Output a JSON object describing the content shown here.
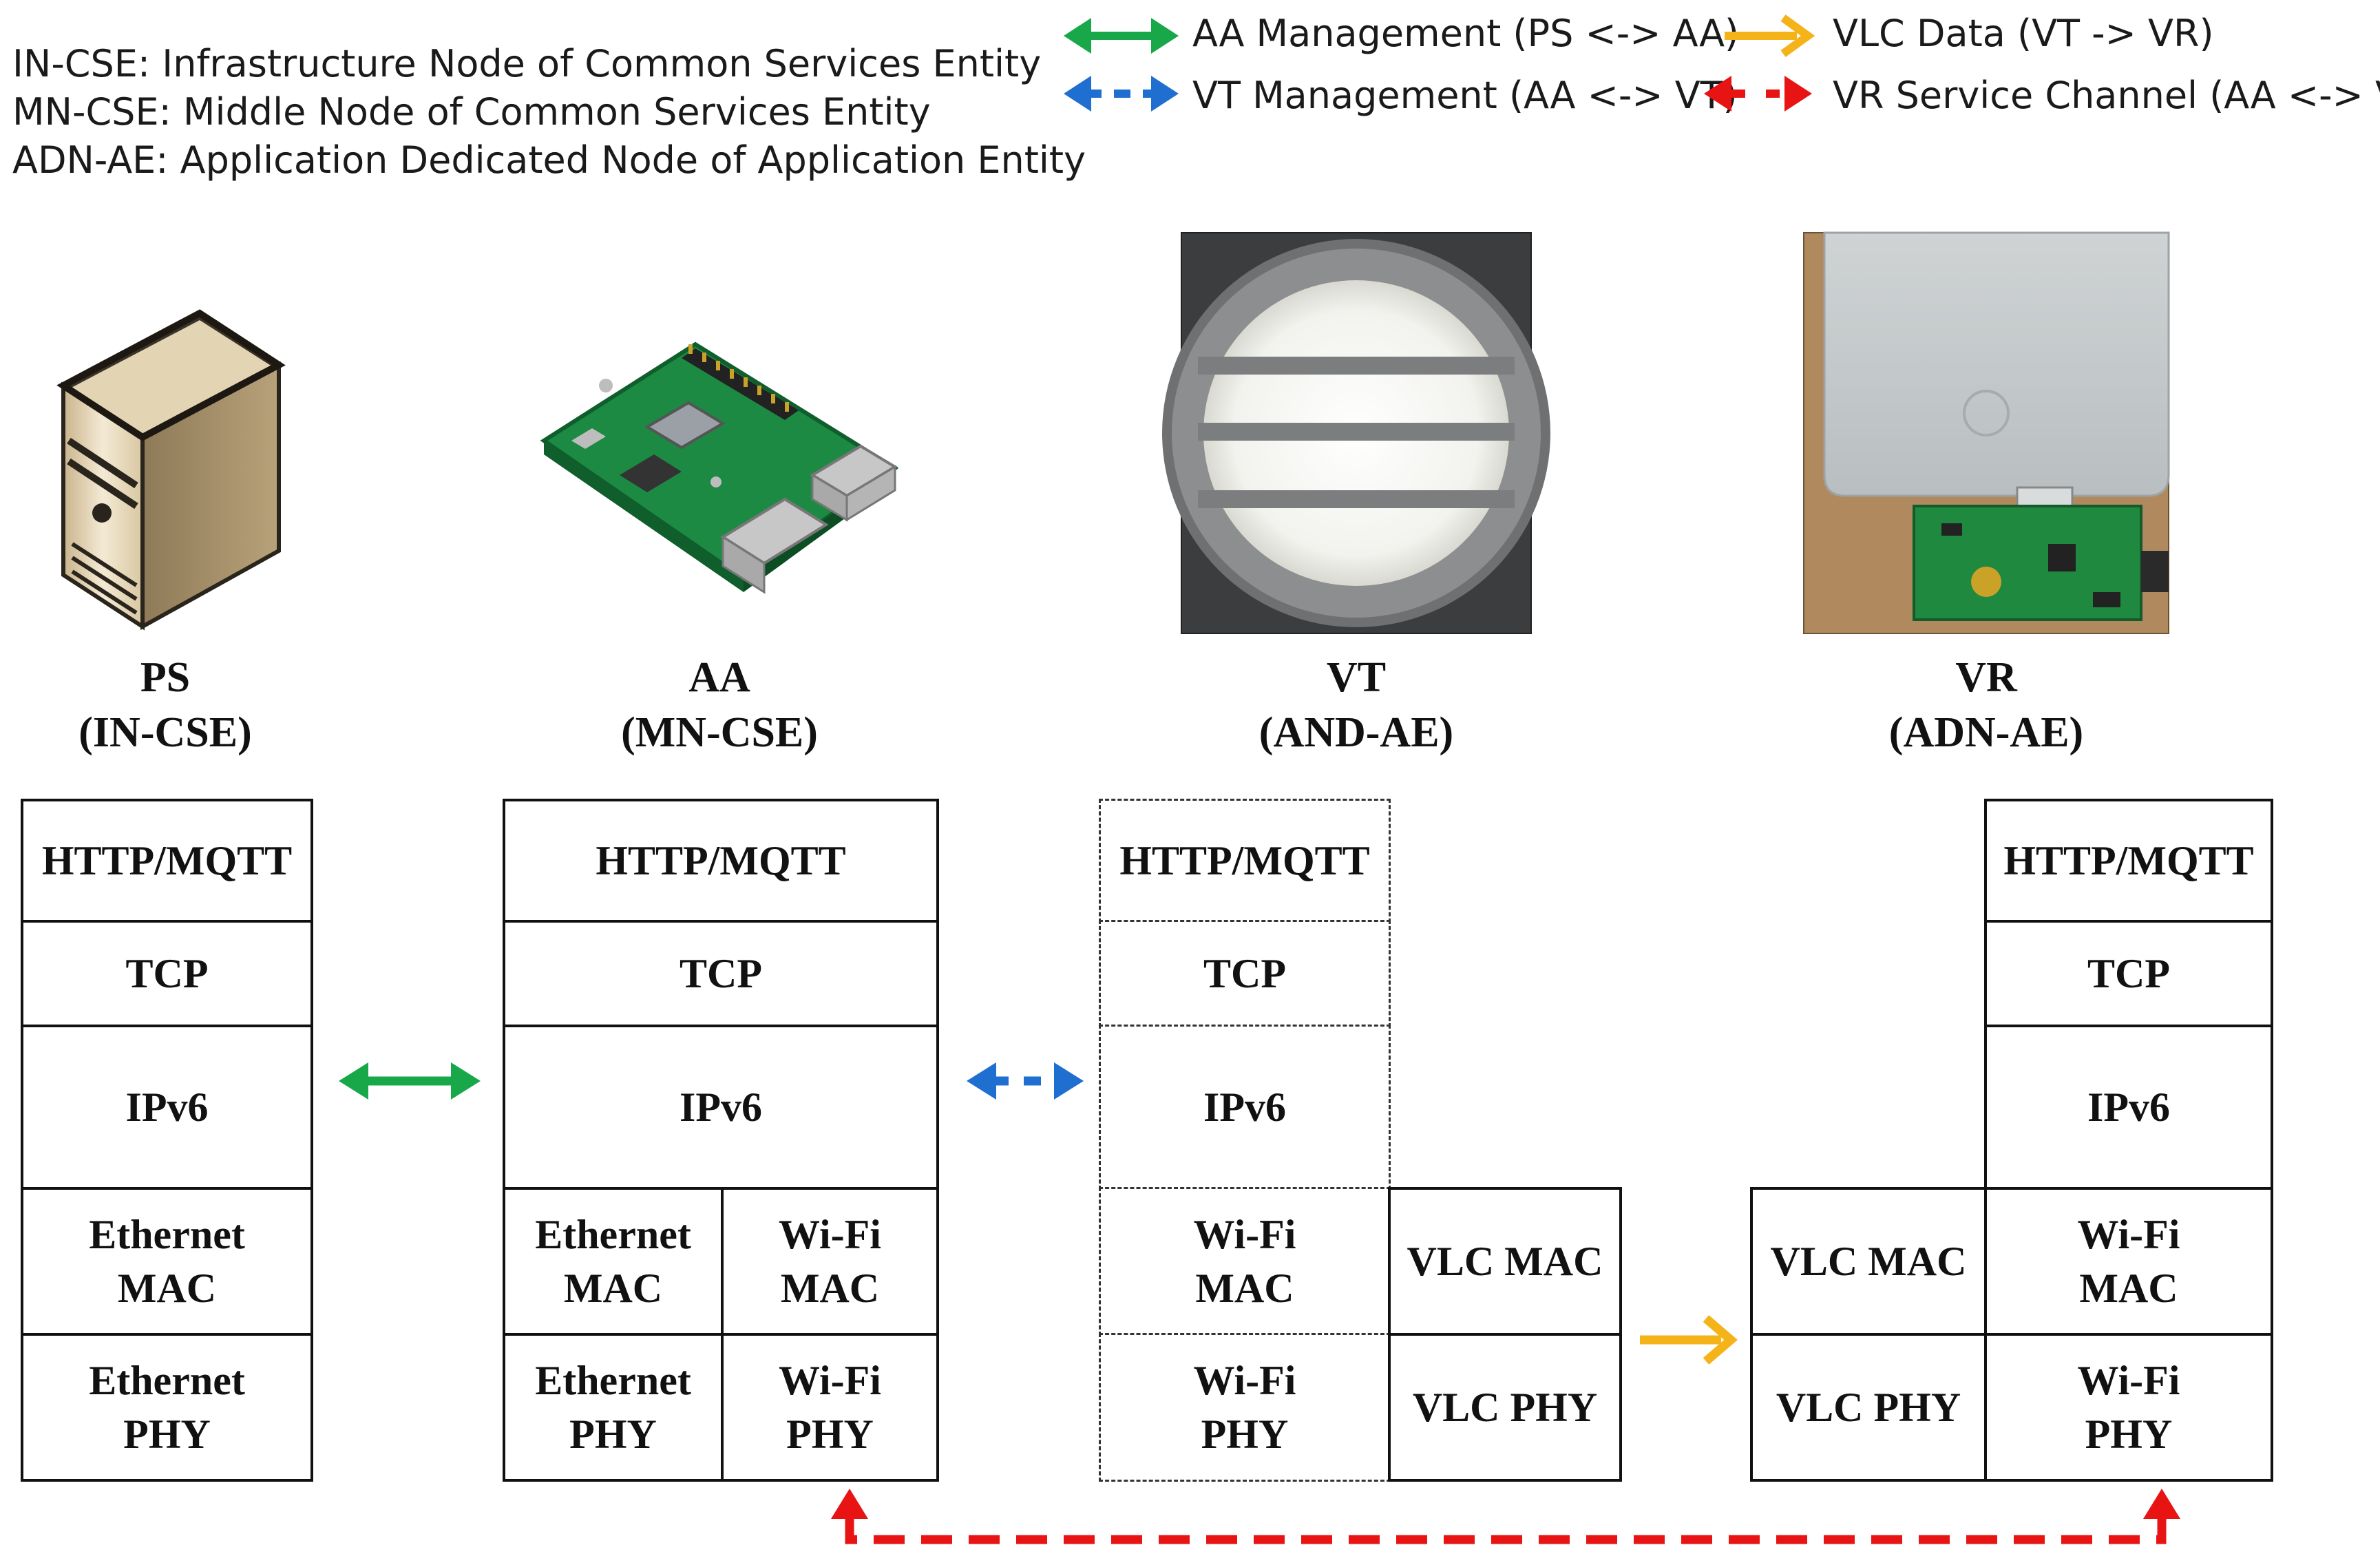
{
  "definitions": [
    "IN-CSE: Infrastructure Node of Common Services Entity",
    "MN-CSE: Middle Node of Common Services Entity",
    "ADN-AE: Application Dedicated Node of Application Entity"
  ],
  "legend": {
    "aa_management": "AA Management (PS <-> AA)",
    "vt_management": "VT Management (AA <-> VT)",
    "vlc_data": "VLC Data (VT -> VR)",
    "vr_service": "VR Service Channel (AA <-> VR)"
  },
  "colors": {
    "green": "#18a84a",
    "blue": "#1f6fd1",
    "yellow": "#f5b31a",
    "red": "#e81414"
  },
  "nodes": {
    "ps": {
      "name": "PS",
      "role": "(IN-CSE)",
      "icon": "server-tower-icon"
    },
    "aa": {
      "name": "AA",
      "role": "(MN-CSE)",
      "icon": "raspberry-pi-board-icon"
    },
    "vt": {
      "name": "VT",
      "role": "(AND-AE)",
      "icon": "vlc-transmitter-photo"
    },
    "vr": {
      "name": "VR",
      "role": "(ADN-AE)",
      "icon": "vlc-receiver-photo"
    }
  },
  "stacks": {
    "ps": [
      "HTTP/MQTT",
      "TCP",
      "IPv6",
      "Ethernet\nMAC",
      "Ethernet\nPHY"
    ],
    "aa": [
      "HTTP/MQTT",
      "TCP",
      "IPv6",
      "Ethernet\nMAC",
      "Wi-Fi\nMAC",
      "Ethernet\nPHY",
      "Wi-Fi\nPHY"
    ],
    "vt": [
      "HTTP/MQTT",
      "TCP",
      "IPv6",
      "Wi-Fi\nMAC",
      "VLC MAC",
      "Wi-Fi\nPHY",
      "VLC PHY"
    ],
    "vr": [
      "HTTP/MQTT",
      "TCP",
      "IPv6",
      "VLC MAC",
      "Wi-Fi\nMAC",
      "VLC PHY",
      "Wi-Fi\nPHY"
    ]
  }
}
